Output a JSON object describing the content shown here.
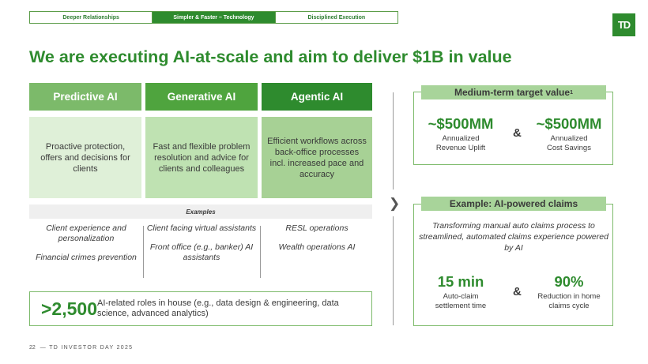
{
  "tabs": [
    "Deeper Relationships",
    "Simpler & Faster – Technology",
    "Disciplined Execution"
  ],
  "logo": "TD",
  "title": "We are executing AI-at-scale and aim to deliver $1B in value",
  "columns": [
    {
      "head": "Predictive AI",
      "body": "Proactive protection, offers and decisions for clients"
    },
    {
      "head": "Generative AI",
      "body": "Fast and flexible problem resolution and advice for clients and colleagues"
    },
    {
      "head": "Agentic AI",
      "body": "Efficient workflows across back-office processes incl. increased pace and accuracy"
    }
  ],
  "colors": {
    "green_light": "#cde9c3",
    "green_mid": "#5fae4e",
    "green_dark": "#2e8b2e",
    "accent_text": "#2e8b2e"
  },
  "examples": {
    "label": "Examples",
    "col1": [
      "Client experience and personalization",
      "Financial crimes prevention"
    ],
    "col2": [
      "Client facing virtual assistants",
      "Front office (e.g., banker) AI assistants"
    ],
    "col3": [
      "RESL operations",
      "Wealth operations AI"
    ]
  },
  "roles": {
    "number": ">2,500",
    "text": "AI-related roles in house (e.g., data design & engineering, data science, advanced analytics)"
  },
  "target": {
    "head_text": "Medium-term target value",
    "head_sup": "1",
    "left_value": "~$500MM",
    "left_label_1": "Annualized",
    "left_label_2": "Revenue Uplift",
    "amp": "&",
    "right_value": "~$500MM",
    "right_label_1": "Annualized",
    "right_label_2": "Cost Savings"
  },
  "claims": {
    "head": "Example: AI-powered claims",
    "text": "Transforming manual auto claims process to streamlined, automated claims experience powered by AI",
    "left_value": "15 min",
    "left_label_1": "Auto-claim",
    "left_label_2": "settlement time",
    "amp": "&",
    "right_value": "90%",
    "right_label_1": "Reduction in home",
    "right_label_2": "claims cycle"
  },
  "footer": {
    "page": "22",
    "text": "— TD INVESTOR DAY 2025"
  }
}
